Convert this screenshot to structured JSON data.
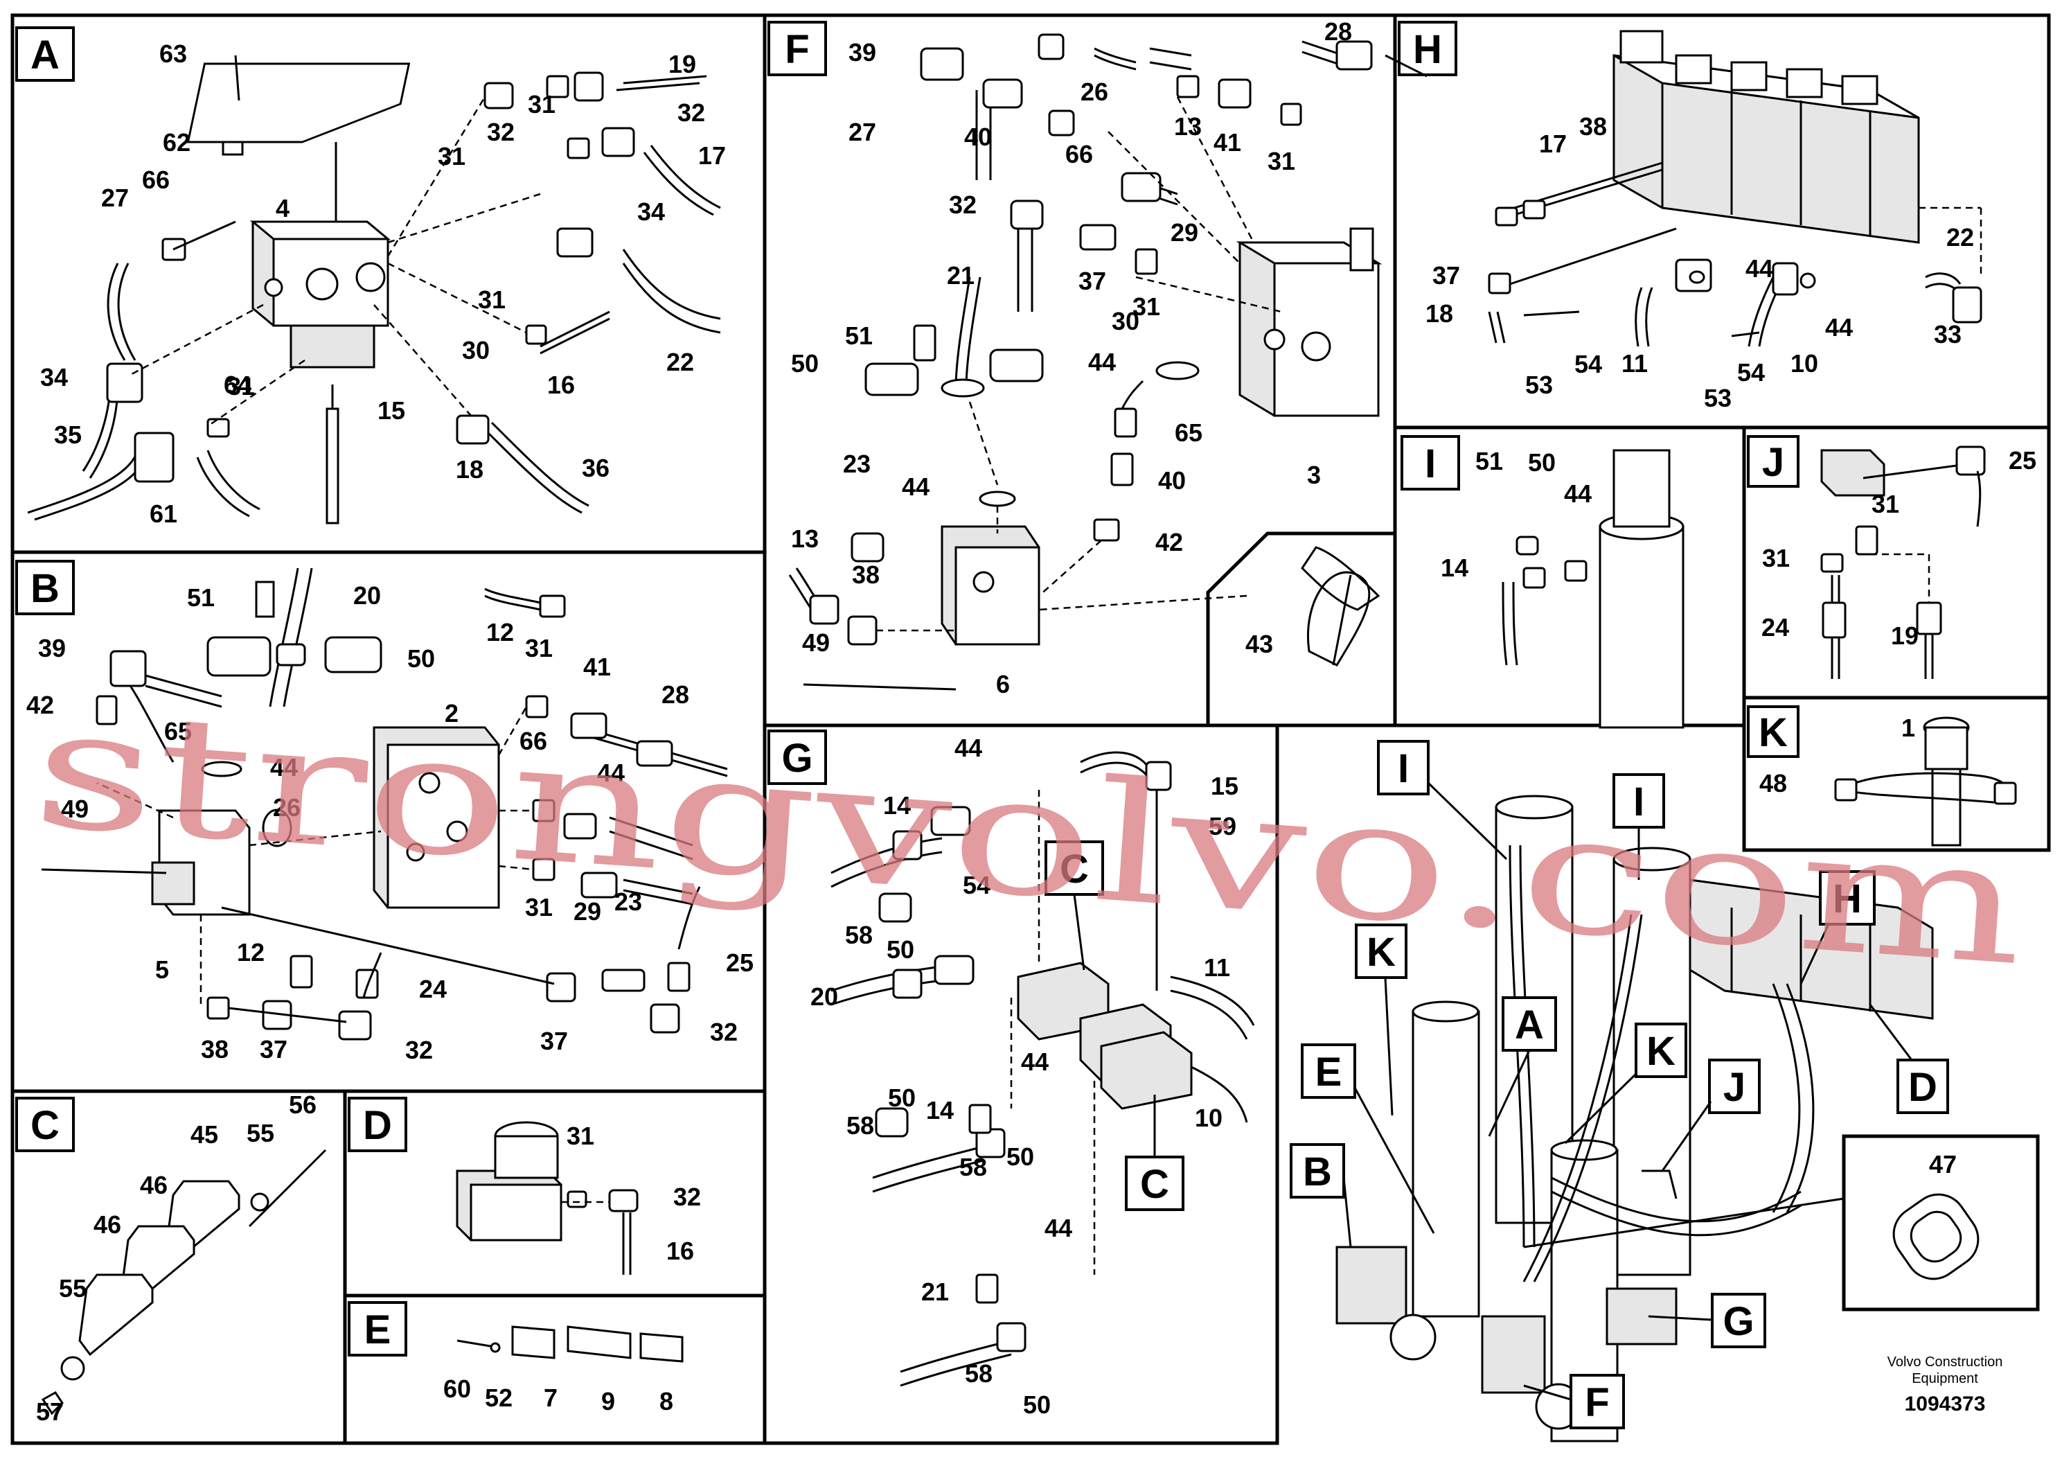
{
  "panels": {
    "A": {
      "label": "A"
    },
    "B": {
      "label": "B"
    },
    "C": {
      "label": "C"
    },
    "D": {
      "label": "D"
    },
    "E": {
      "label": "E"
    },
    "F": {
      "label": "F"
    },
    "G": {
      "label": "G"
    },
    "H": {
      "label": "H"
    },
    "I": {
      "label": "I"
    },
    "J": {
      "label": "J"
    },
    "K": {
      "label": "K"
    }
  },
  "callouts": {
    "A": [
      "63",
      "19",
      "62",
      "31",
      "32",
      "31",
      "32",
      "17",
      "4",
      "27",
      "66",
      "34",
      "31",
      "16",
      "22",
      "34",
      "31",
      "30",
      "64",
      "15",
      "35",
      "18",
      "36",
      "61"
    ],
    "B": [
      "51",
      "20",
      "39",
      "50",
      "12",
      "42",
      "65",
      "31",
      "41",
      "2",
      "28",
      "44",
      "66",
      "26",
      "49",
      "44",
      "31",
      "29",
      "23",
      "25",
      "5",
      "12",
      "24",
      "38",
      "37",
      "32",
      "37",
      "32"
    ],
    "C": [
      "56",
      "45",
      "55",
      "46",
      "46",
      "55",
      "57"
    ],
    "D": [
      "31",
      "32",
      "16"
    ],
    "E": [
      "60",
      "52",
      "7",
      "9",
      "8"
    ],
    "F": [
      "39",
      "26",
      "28",
      "13",
      "41",
      "27",
      "40",
      "66",
      "31",
      "32",
      "29",
      "37",
      "21",
      "30",
      "31",
      "51",
      "50",
      "44",
      "65",
      "23",
      "44",
      "40",
      "13",
      "42",
      "38",
      "3",
      "49",
      "6",
      "43"
    ],
    "G": [
      "44",
      "15",
      "14",
      "59",
      "54",
      "58",
      "50",
      "11",
      "20",
      "44",
      "50",
      "14",
      "10",
      "58",
      "58",
      "50",
      "44",
      "21",
      "58",
      "50"
    ],
    "H": [
      "17",
      "38",
      "37",
      "44",
      "22",
      "18",
      "11",
      "10",
      "53",
      "54",
      "54",
      "44",
      "33",
      "53"
    ],
    "I": [
      "51",
      "50",
      "44",
      "14"
    ],
    "J": [
      "25",
      "31",
      "31",
      "24",
      "19"
    ],
    "K": [
      "1",
      "48"
    ],
    "overview": [
      "I",
      "I",
      "H",
      "C",
      "K",
      "A",
      "E",
      "K",
      "J",
      "D",
      "B",
      "47",
      "G",
      "F"
    ]
  },
  "credit": {
    "line1": "Volvo Construction",
    "line2": "Equipment"
  },
  "doc_number": "1094373",
  "watermark": "strongvolvo.com",
  "colors": {
    "ink": "#000000",
    "paper": "#ffffff",
    "watermark": "#d8797d"
  }
}
